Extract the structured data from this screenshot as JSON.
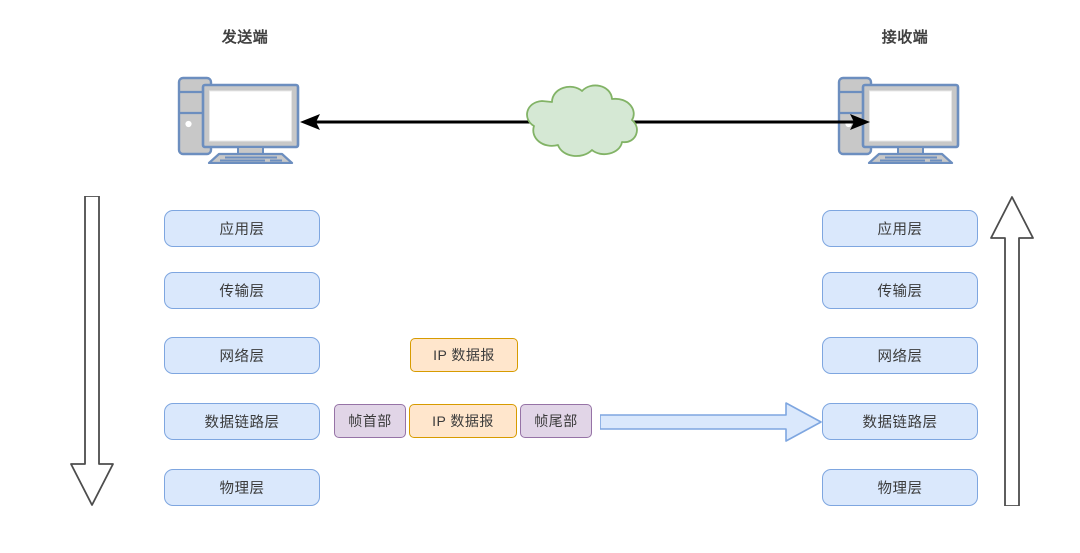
{
  "diagram": {
    "title_sender": "发送端",
    "title_receiver": "接收端",
    "colors": {
      "layer_fill": "#dae8fc",
      "layer_stroke": "#7ea6e0",
      "ip_fill": "#ffe6cc",
      "ip_stroke": "#d79b00",
      "frame_fill": "#e1d5e7",
      "frame_stroke": "#9673a6",
      "cloud_fill": "#d5e8d4",
      "cloud_stroke": "#82b366",
      "computer_body": "#c8c8c8",
      "computer_stroke": "#6c8ebf",
      "link_line": "#000000",
      "block_arrow_fill": "#dae8fc",
      "block_arrow_stroke": "#7ea6e0",
      "outline_arrow_stroke": "#4d4d4d"
    },
    "sender_stack": [
      {
        "label": "应用层"
      },
      {
        "label": "传输层"
      },
      {
        "label": "网络层"
      },
      {
        "label": "数据链路层"
      },
      {
        "label": "物理层"
      }
    ],
    "receiver_stack": [
      {
        "label": "应用层"
      },
      {
        "label": "传输层"
      },
      {
        "label": "网络层"
      },
      {
        "label": "数据链路层"
      },
      {
        "label": "物理层"
      }
    ],
    "packets": {
      "network_ip": "IP 数据报",
      "frame_header": "帧首部",
      "link_ip": "IP 数据报",
      "frame_trailer": "帧尾部"
    },
    "icons": {
      "cloud": "cloud-icon",
      "computer": "desktop-computer-icon",
      "down_arrow": "arrow-down-icon",
      "up_arrow": "arrow-up-icon",
      "transmit_arrow": "arrow-right-block-icon",
      "link": "bidirectional-link-icon"
    }
  }
}
